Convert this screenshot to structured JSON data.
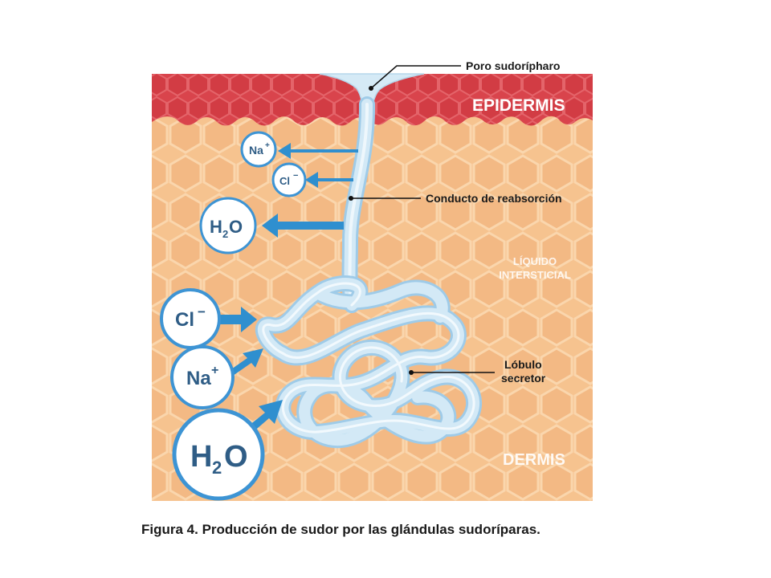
{
  "labels": {
    "pore": "Poro sudorípharo",
    "duct": "Conducto de reabsorción",
    "lobule_line1": "Lóbulo",
    "lobule_line2": "secretor",
    "epidermis": "EPIDERMIS",
    "interstitial_line1": "LÍQUIDO",
    "interstitial_line2": "INTERSTICIAL",
    "dermis": "DERMIS"
  },
  "ions_reabsorbed": [
    {
      "symbol": "Na",
      "charge": "+"
    },
    {
      "symbol": "Cl",
      "charge": "−"
    },
    {
      "symbol": "H",
      "sub": "2",
      "tail": "O"
    }
  ],
  "ions_secreted": [
    {
      "symbol": "Cl",
      "charge": "−"
    },
    {
      "symbol": "Na",
      "charge": "+"
    },
    {
      "symbol": "H",
      "sub": "2",
      "tail": "O"
    }
  ],
  "caption": "Figura 4. Producción de sudor por las glándulas sudoríparas.",
  "colors": {
    "dermis": "#f6c38f",
    "epidermis": "#d9444c",
    "gland": "#cfe6f4",
    "arrow": "#2f8fcf",
    "ion_border": "#3d94d4"
  }
}
